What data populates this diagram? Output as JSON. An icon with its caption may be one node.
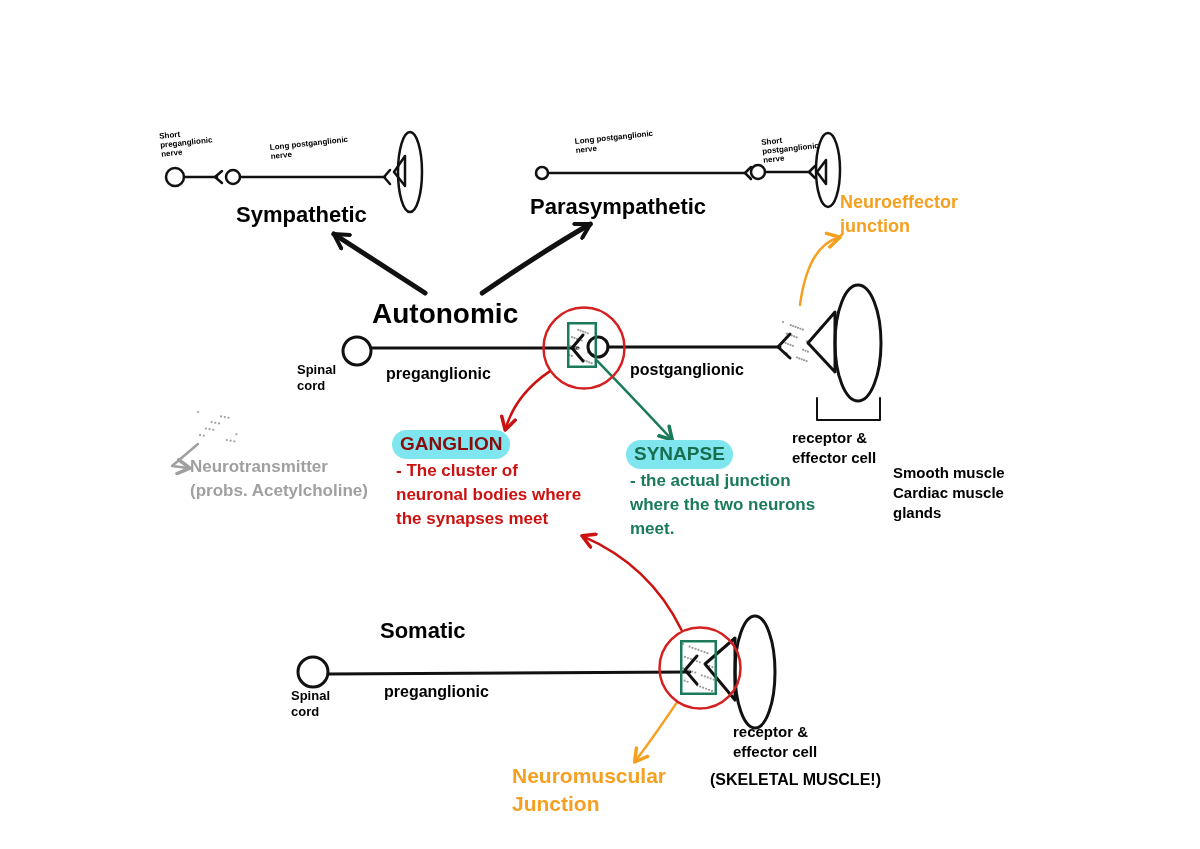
{
  "diagram": {
    "nodes": [
      {
        "text": [
          "Autonomic"
        ]
      },
      {
        "text": [
          "Sympathetic"
        ]
      },
      {
        "text": [
          "Parasympathetic"
        ]
      },
      {
        "text": [],
        "shape": "circle"
      },
      {
        "text": [],
        "shape": "box",
        "in": 3
      },
      {
        "text": [
          "GANGLION",
          "- The cluster of neuronal bodies where the synapses meet"
        ]
      },
      {
        "text": [
          "SYNAPSE",
          "- the actual junction where the two neurons meet."
        ]
      },
      {
        "text": [
          "Neuroeffector junction"
        ]
      },
      {
        "text": [],
        "shape": "circle"
      },
      {
        "text": [],
        "shape": "box",
        "in": 8
      },
      {
        "text": [
          "Neuromuscular Junction"
        ]
      },
      {
        "text": [],
        "shape": "dots"
      },
      {
        "text": [
          "Neurotransmitter (probs. Acetylcholine)"
        ]
      }
    ],
    "edges": [
      {
        "from": 0,
        "to": 1,
        "arrow": "to",
        "style": "thick"
      },
      {
        "from": 0,
        "to": 2,
        "arrow": "to",
        "style": "thick"
      },
      {
        "from": 3,
        "to": 5,
        "arrow": "to",
        "color": "#cc1111"
      },
      {
        "from": 4,
        "to": 6,
        "arrow": "to",
        "color": "#1a7a5a"
      },
      {
        "from": null,
        "to": 7,
        "arrow": "to",
        "color": "#f5a020"
      },
      {
        "from": 8,
        "to": 5,
        "arrow": "to",
        "color": "#cc1111"
      },
      {
        "from": 8,
        "to": 10,
        "arrow": "to",
        "color": "#f5a020"
      },
      {
        "from": 11,
        "to": 12,
        "arrow": "to",
        "color": "#a0a0a0"
      }
    ],
    "labels": [
      "Short preganglionic nerve",
      "Long postganglionic nerve",
      "Long postganglionic nerve",
      "Short postganglionic nerve",
      "Spinal cord",
      "preganglionic",
      "postganglionic",
      "receptor & effector cell",
      "Smooth muscle",
      "Cardiac muscle",
      "glands",
      "Somatic",
      "Spinal cord",
      "preganglionic",
      "receptor & effector cell",
      "(SKELETAL MUSCLE!)"
    ]
  }
}
